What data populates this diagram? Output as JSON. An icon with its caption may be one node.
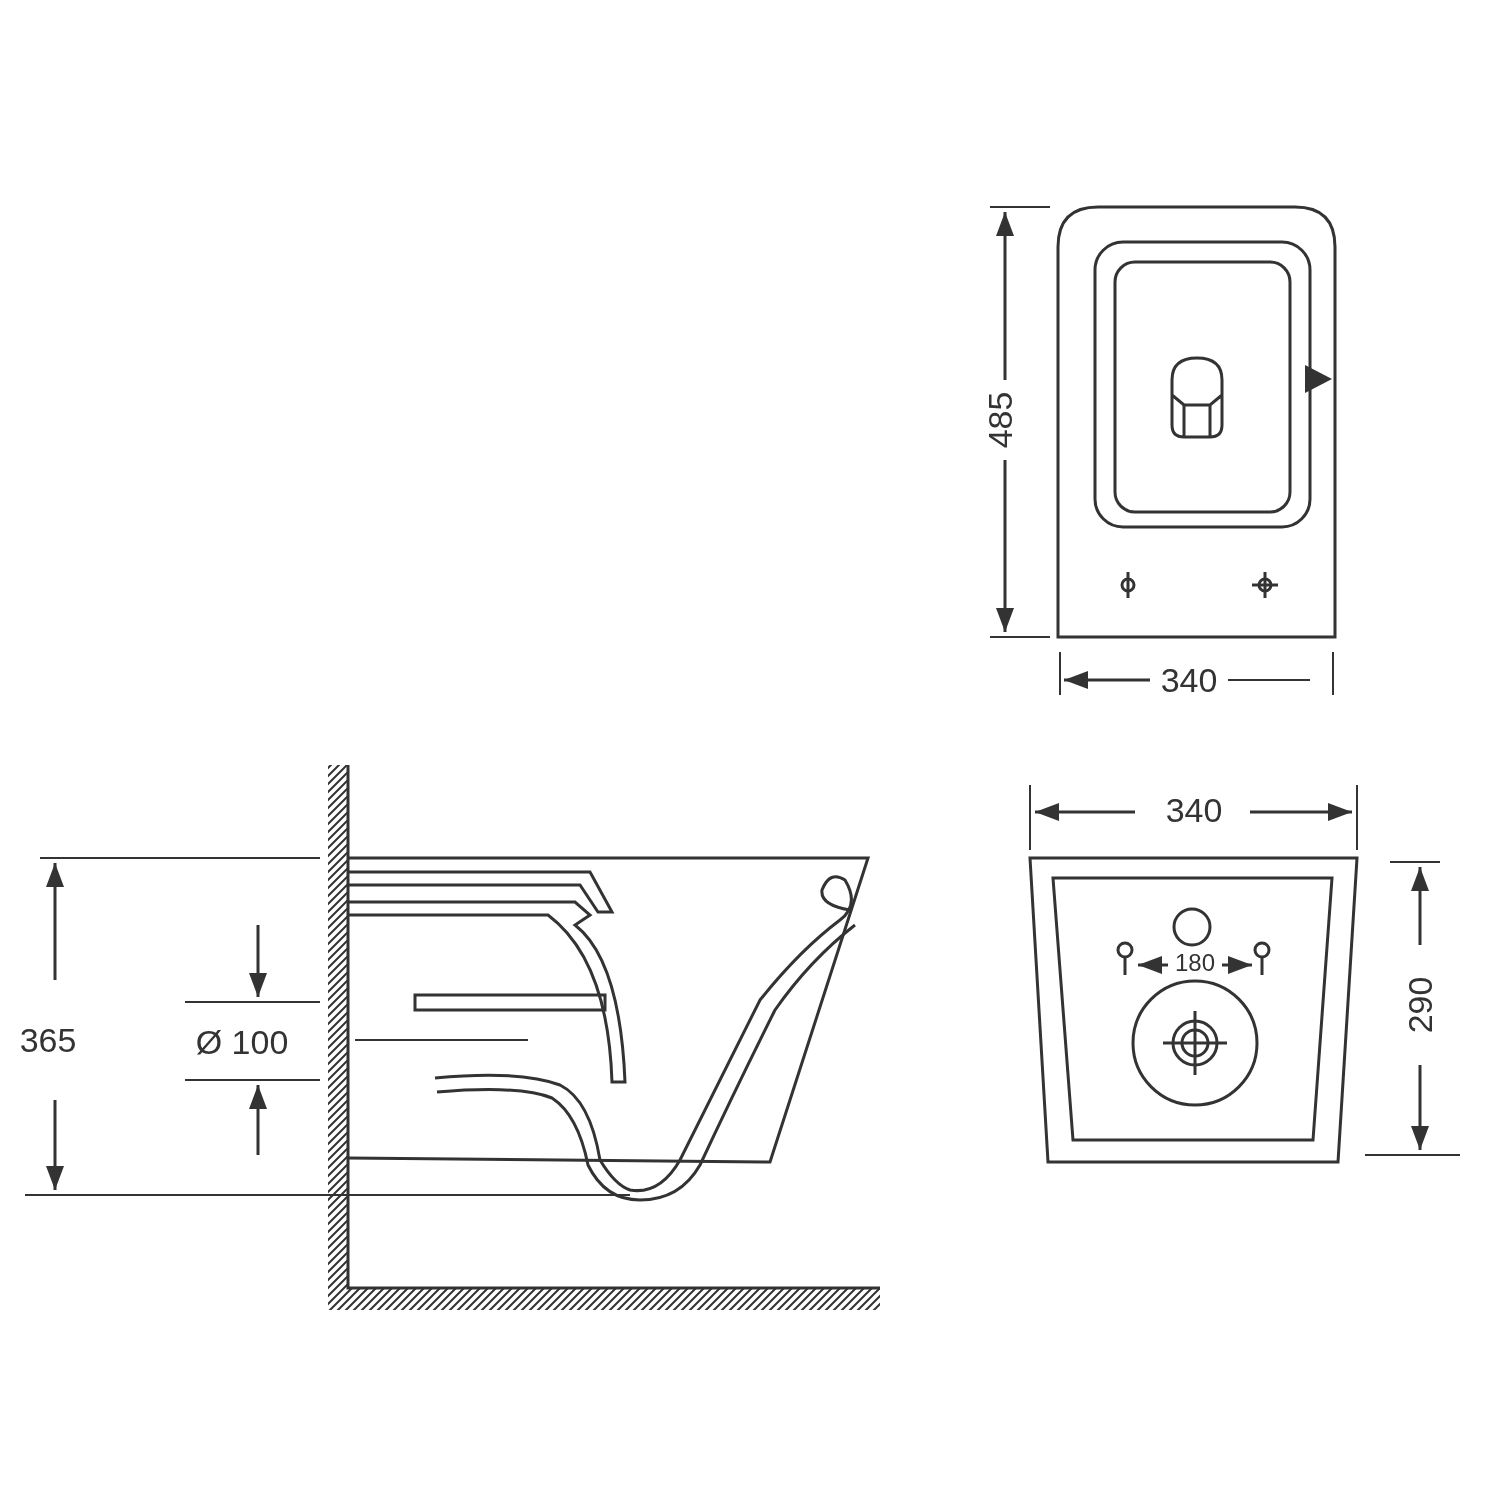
{
  "diagram": {
    "labels": [
      "485",
      "340",
      "365",
      "Ø 100",
      "340",
      "180",
      "290"
    ]
  }
}
